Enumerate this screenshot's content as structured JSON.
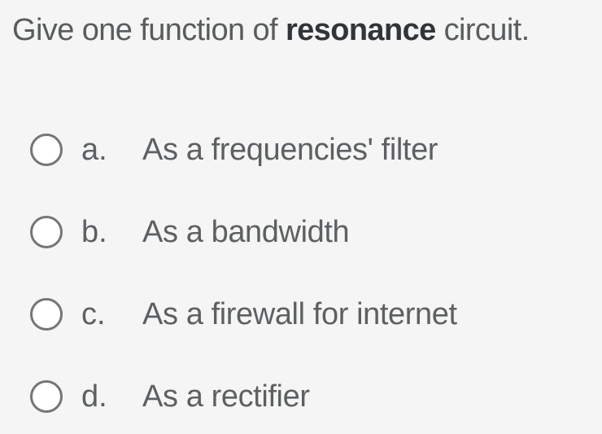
{
  "question": {
    "text_before": "Give one function of ",
    "text_bold": "resonance",
    "text_after": " circuit."
  },
  "options": [
    {
      "letter": "a.",
      "label": "As a frequencies' filter",
      "selected": false
    },
    {
      "letter": "b.",
      "label": "As a bandwidth",
      "selected": false
    },
    {
      "letter": "c.",
      "label": "As a firewall for internet",
      "selected": false
    },
    {
      "letter": "d.",
      "label": "As a rectifier",
      "selected": false
    }
  ],
  "colors": {
    "background": "#f5f5f5",
    "question_text": "#595c5e",
    "question_bold_text": "#323537",
    "option_text": "#5d6062",
    "radio_border": "#757575",
    "radio_fill": "#ffffff"
  }
}
